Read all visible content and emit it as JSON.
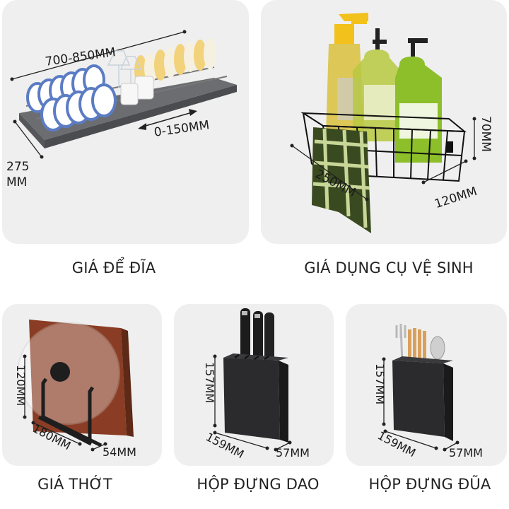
{
  "products": [
    {
      "caption": "GIÁ ĐỂ ĐĨA",
      "dimensions": [
        "700-850MM",
        "0-150MM",
        "275",
        "MM"
      ]
    },
    {
      "caption": "GIÁ DỤNG CỤ VỆ SINH",
      "dimensions": [
        "70MM",
        "250MM",
        "120MM"
      ]
    },
    {
      "caption": "GIÁ THỚT",
      "dimensions": [
        "120MM",
        "180MM",
        "54MM"
      ]
    },
    {
      "caption": "HỘP ĐỰNG DAO",
      "dimensions": [
        "157MM",
        "159MM",
        "57MM"
      ]
    },
    {
      "caption": "HỘP ĐỰNG ĐŨA",
      "dimensions": [
        "157MM",
        "159MM",
        "57MM"
      ]
    }
  ],
  "colors": {
    "card_bg": "#efefef",
    "rack_gray": "#5d5f63",
    "wood": "#8a3d24",
    "green_bottle": "#8cbf2a",
    "black_box": "#2b2b2d"
  }
}
